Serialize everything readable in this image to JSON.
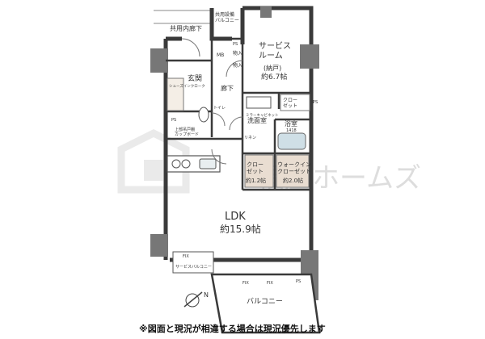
{
  "labels": {
    "corridor_common": "共用内廊下",
    "common_pipe_space": "共用設備\nバルコニー",
    "service_room": "サービス\nルーム",
    "service_room_note": "(納戸)",
    "service_room_size": "約6.7帖",
    "mb": "MB",
    "storage_1": "物入",
    "storage_2": "物入",
    "ps_1": "PS",
    "ps_2": "PS",
    "ps_3": "PS",
    "ps_4": "PS",
    "entrance": "玄関",
    "hallway": "廊下",
    "shoe_closet": "シューズインクローク",
    "toilet": "トイレ",
    "counter": "上部吊戸棚\nカップボード",
    "washroom": "洗面室",
    "mirror_cabinet": "ミラーキャビネット",
    "bath": "浴室",
    "bath_size": "1418",
    "closet_sr": "クロー\nゼット",
    "linen": "リネン",
    "closet": "クロー\nゼット",
    "closet_size": "約1.2帖",
    "walk_in": "ウォークイン\nクローゼット",
    "walk_in_size": "約2.0帖",
    "ldk": "LDK",
    "ldk_size": "約15.9帖",
    "service_balcony": "サービスバルコニー",
    "fix_label_1": "FIX",
    "fix_label_2": "FIX",
    "fix_label_3": "FIX",
    "balcony": "バルコニー",
    "watermark": "福屋ホームズ",
    "compass_n": "N"
  },
  "note": "※図面と現況が相違する場合は現況優先します",
  "colors": {
    "wall": "#3a3a3a",
    "floor": "#ffffff",
    "closet_fill": "#e9ddd1",
    "bath_fill": "#cfdfe6",
    "watermark": "#d9d9d9"
  }
}
